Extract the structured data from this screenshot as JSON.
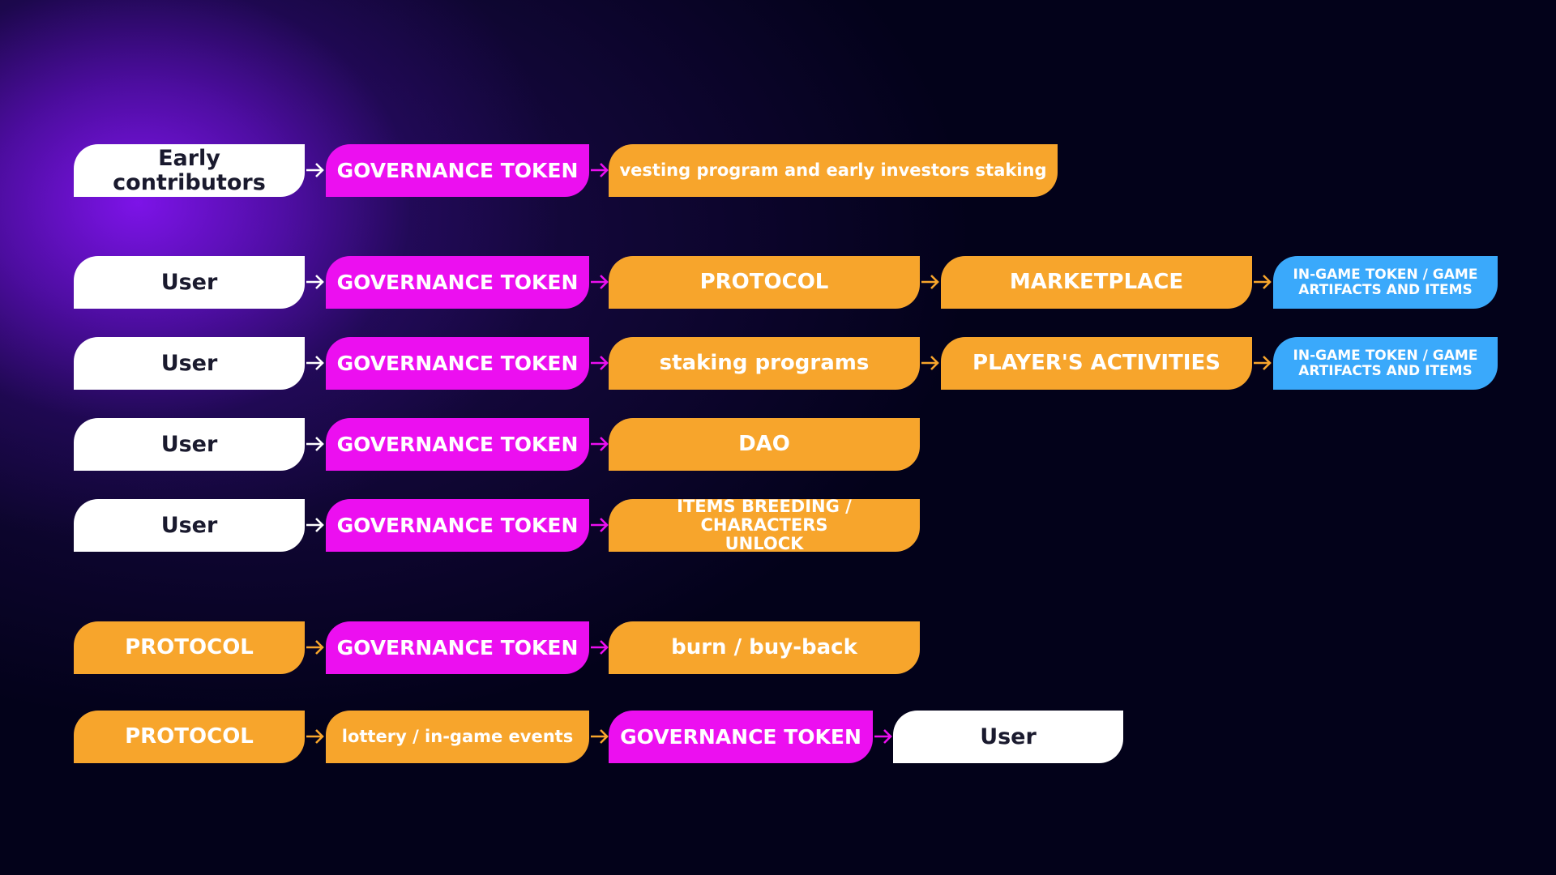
{
  "colors": {
    "white": "#ffffff",
    "governance": "#ec0ff0",
    "orange": "#f7a52c",
    "blue": "#3aa9fb",
    "background": "#03021a"
  },
  "rows": [
    {
      "items": [
        "Early contributors",
        "GOVERNANCE TOKEN",
        "vesting program and early investors staking"
      ]
    },
    {
      "items": [
        "User",
        "GOVERNANCE TOKEN",
        "PROTOCOL",
        "MARKETPLACE",
        "IN-GAME TOKEN / GAME ARTIFACTS AND ITEMS"
      ]
    },
    {
      "items": [
        "User",
        "GOVERNANCE TOKEN",
        "staking programs",
        "PLAYER'S ACTIVITIES",
        "IN-GAME TOKEN / GAME ARTIFACTS AND ITEMS"
      ]
    },
    {
      "items": [
        "User",
        "GOVERNANCE TOKEN",
        "DAO"
      ]
    },
    {
      "items": [
        "User",
        "GOVERNANCE TOKEN",
        "ITEMS BREEDING / CHARACTERS UNLOCK"
      ]
    },
    {
      "items": [
        "PROTOCOL",
        "GOVERNANCE TOKEN",
        "burn / buy-back"
      ]
    },
    {
      "items": [
        "PROTOCOL",
        "lottery / in-game events",
        "GOVERNANCE TOKEN",
        "User"
      ]
    }
  ]
}
